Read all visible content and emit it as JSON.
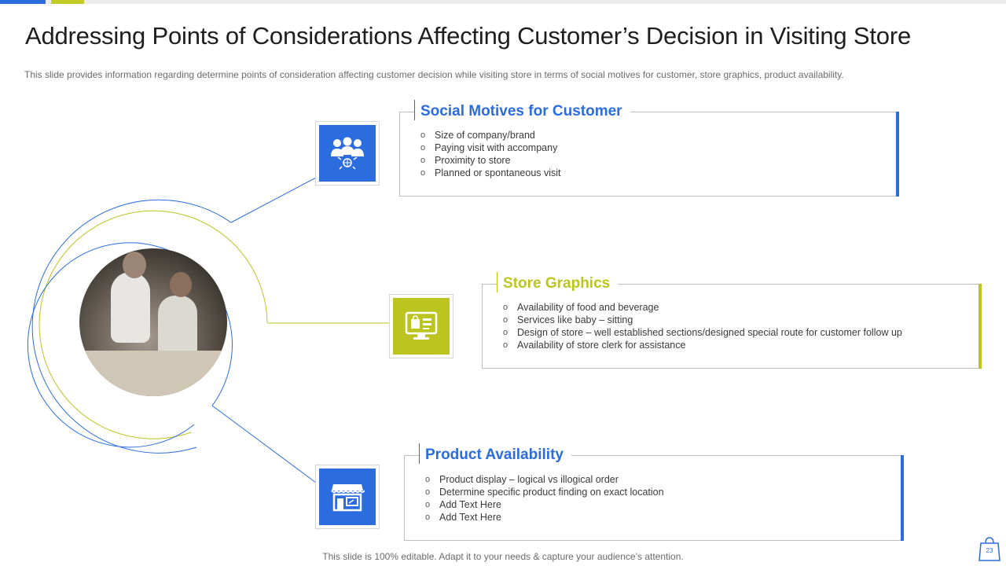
{
  "header": {
    "title": "Addressing Points of Considerations Affecting Customer’s Decision in Visiting Store",
    "subtitle": "This slide provides information regarding determine points of consideration affecting customer decision while visiting store in terms of social motives for customer, store graphics, product availability."
  },
  "sections": [
    {
      "title": "Social Motives for Customer",
      "icon": "people-network-icon",
      "color": "#2b6cdf",
      "items": [
        "Size of company/brand",
        "Paying visit with accompany",
        "Proximity to store",
        "Planned or spontaneous visit"
      ]
    },
    {
      "title": "Store Graphics",
      "icon": "monitor-shopping-icon",
      "color": "#bcc41f",
      "items": [
        "Availability of food and beverage",
        "Services like baby – sitting",
        "Design of store – well established sections/designed special route for customer follow up",
        "Availability of store clerk for assistance"
      ]
    },
    {
      "title": "Product Availability",
      "icon": "storefront-icon",
      "color": "#2b6cdf",
      "items": [
        "Product display – logical vs illogical order",
        "Determine specific product finding on exact location",
        "Add Text Here",
        "Add Text Here"
      ]
    }
  ],
  "bullet": "o",
  "footer": {
    "text": "This slide is 100% editable. Adapt it to your needs & capture your audience’s attention.",
    "page": "23"
  },
  "colors": {
    "blue": "#2b6cdf",
    "green": "#bcc41f"
  }
}
